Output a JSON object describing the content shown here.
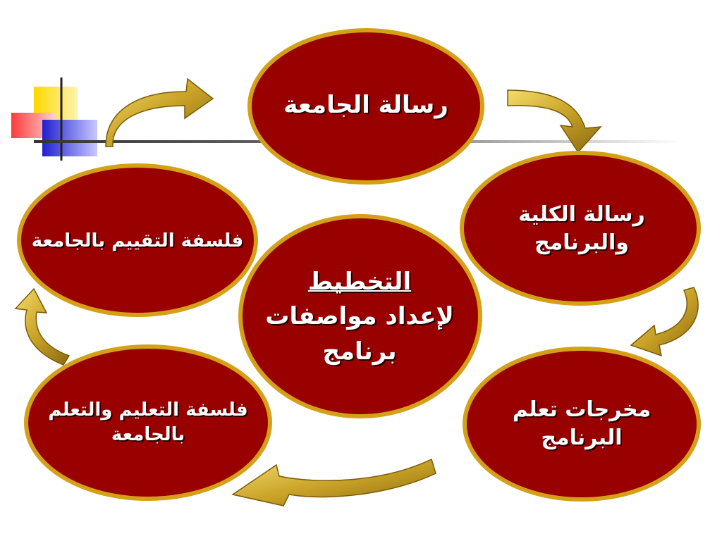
{
  "colors": {
    "node_fill": "#990000",
    "node_border": "#d4a017",
    "arrow_gold": "#c9a227",
    "decor_yellow": "#ffd700",
    "decor_red": "#ff4d4d",
    "decor_blue": "#2b2bd6"
  },
  "nodes": {
    "university_mission": {
      "line1": "رسالة الجامعة"
    },
    "college_program_mission": {
      "line1": "رسالة الكلية",
      "line2": "والبرنامج"
    },
    "program_outcomes": {
      "line1": "مخرجات تعلم",
      "line2": "البرنامج"
    },
    "teaching_philosophy": {
      "line1": "فلسفة التعليم والتعلم",
      "line2": "بالجامعة"
    },
    "assessment_philosophy": {
      "line1": "فلسفة التقييم بالجامعة"
    },
    "center": {
      "line1": "التخطيط",
      "line2": "لإعداد مواصفات",
      "line3": "برنامج"
    }
  }
}
